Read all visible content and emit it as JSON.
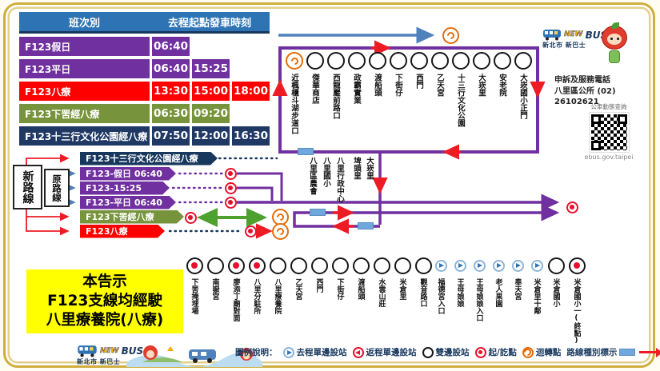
{
  "colors": {
    "purple": "#7030a0",
    "red": "#ff0000",
    "green": "#77933c",
    "navy": "#17375d",
    "route_blue": "#4f81bd",
    "orange": "#e36c0a",
    "header_blue": "#2e74b5",
    "type_swatch_blue": "#6fa8dc",
    "notice_yellow": "#ffff00",
    "frame_gold": "#cfae3d"
  },
  "schedule": {
    "headers": [
      "班次別",
      "去程起點發車時刻"
    ],
    "rows": [
      {
        "label": "F123假日",
        "color": "#7030a0",
        "times": [
          "06:40"
        ]
      },
      {
        "label": "F123平日",
        "color": "#7030a0",
        "times": [
          "06:40",
          "15:25"
        ]
      },
      {
        "label": "F123八療",
        "color": "#ff0000",
        "times": [
          "13:30",
          "15:00",
          "18:00"
        ]
      },
      {
        "label": "F123下罟經八療",
        "color": "#77933c",
        "times": [
          "06:30",
          "09:20"
        ]
      },
      {
        "label": "F123十三行文化公園經八療",
        "color": "#1f3864",
        "times": [
          "07:50",
          "12:00",
          "16:30"
        ]
      }
    ]
  },
  "route_boxes": {
    "new_route": "新路線",
    "original_route": "原路線"
  },
  "route_banners": [
    {
      "label": "F123十三行文化公園經八療",
      "color": "#17375d"
    },
    {
      "label": "F123-假日 06:40",
      "color": "#7030a0"
    },
    {
      "label": "F123-15:25",
      "color": "#7030a0"
    },
    {
      "label": "F123-平日 06:40",
      "color": "#7030a0"
    },
    {
      "label": "F123下罟經八療",
      "color": "#77933c"
    },
    {
      "label": "F123八療",
      "color": "#ff0000"
    }
  ],
  "top_route_stations": [
    {
      "name": "近楓櫃斗湖步道口",
      "type": "uturn"
    },
    {
      "name": "傑華商店",
      "type": "both"
    },
    {
      "name": "西龍巖前路口",
      "type": "both"
    },
    {
      "name": "政霸實業",
      "type": "both"
    },
    {
      "name": "渡船頭",
      "type": "both"
    },
    {
      "name": "下街仔",
      "type": "both"
    },
    {
      "name": "西門",
      "type": "both"
    },
    {
      "name": "乙天宮",
      "type": "both"
    },
    {
      "name": "十三行文化公園",
      "type": "both"
    },
    {
      "name": "大崁里",
      "type": "both"
    },
    {
      "name": "安老院",
      "type": "both"
    },
    {
      "name": "大崁國小正門",
      "type": "both"
    }
  ],
  "middle_stops": [
    "八里區農會",
    "八里國小",
    "八里行政中心",
    "埤頭里",
    "大崁里"
  ],
  "bottom_route_stations": [
    {
      "name": "下罟掩埋場",
      "type": "terminal"
    },
    {
      "name": "南嶽宮",
      "type": "both"
    },
    {
      "name": "廖添丁廟對面",
      "type": "terminal"
    },
    {
      "name": "八里分駐所",
      "type": "terminal"
    },
    {
      "name": "八里療養院",
      "type": "both"
    },
    {
      "name": "乙天宮",
      "type": "both"
    },
    {
      "name": "西門",
      "type": "both"
    },
    {
      "name": "下街仔",
      "type": "both"
    },
    {
      "name": "渡船頭",
      "type": "both"
    },
    {
      "name": "水雲山莊",
      "type": "both"
    },
    {
      "name": "米倉里",
      "type": "both"
    },
    {
      "name": "觀音路口",
      "type": "both"
    },
    {
      "name": "福德宮入口",
      "type": "forward"
    },
    {
      "name": "王母娘娘",
      "type": "forward"
    },
    {
      "name": "王母娘娘入口",
      "type": "forward"
    },
    {
      "name": "老人果園",
      "type": "forward"
    },
    {
      "name": "奉天宮",
      "type": "forward"
    },
    {
      "name": "米倉里十鄰",
      "type": "forward"
    },
    {
      "name": "米倉國小",
      "type": "both"
    },
    {
      "name": "米倉國小一(終點)",
      "type": "terminal"
    }
  ],
  "notice": {
    "lines": [
      "本告示",
      "F123支線均經駛",
      "八里療養院(八療)"
    ]
  },
  "contact": {
    "line1": "申訴及服務電話",
    "line2": "八里區公所 (02) 26102621"
  },
  "qr": {
    "caption": "公車動態查詢",
    "url": "ebus.gov.taipei"
  },
  "brand": {
    "new": "NEW",
    "bus": "BUS",
    "subtitle": "新北市 新巴士"
  },
  "legend": {
    "title": "圖例說明：",
    "items": [
      {
        "icon": "forward-stop-icon",
        "label": "去程單邊設站"
      },
      {
        "icon": "return-stop-icon",
        "label": "返程單邊設站"
      },
      {
        "icon": "both-side-stop-icon",
        "label": "雙邊設站"
      },
      {
        "icon": "terminal-icon",
        "label": "起/訖點"
      },
      {
        "icon": "turnaround-icon",
        "label": "迴轉點"
      }
    ],
    "route_type": "路線種別標示"
  }
}
